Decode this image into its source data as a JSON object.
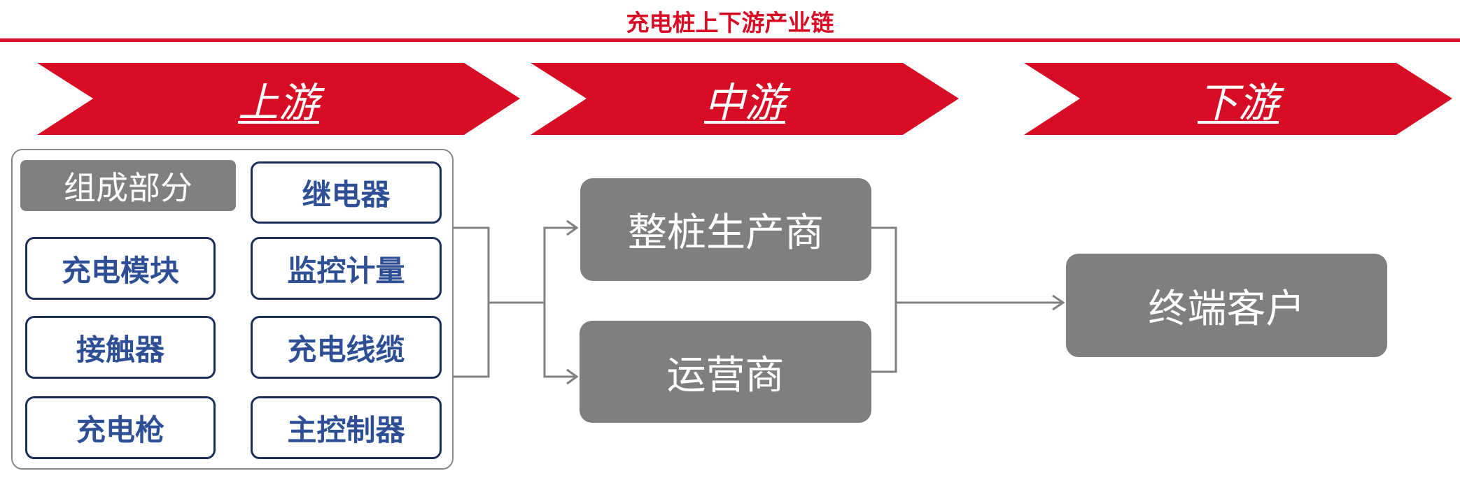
{
  "title": "充电桩上下游产业链",
  "stages": {
    "upstream": "上游",
    "midstream": "中游",
    "downstream": "下游"
  },
  "upstream": {
    "group_label": "组成部分",
    "components": [
      "继电器",
      "充电模块",
      "监控计量",
      "接触器",
      "充电线缆",
      "充电枪",
      "主控制器"
    ]
  },
  "midstream": {
    "items": [
      "整桩生产商",
      "运营商"
    ]
  },
  "downstream": {
    "items": [
      "终端客户"
    ]
  },
  "colors": {
    "accent": "#d70c25",
    "box_gray": "#7f7f7f",
    "component_text": "#2e4f96",
    "component_border": "#1a2f5a"
  }
}
